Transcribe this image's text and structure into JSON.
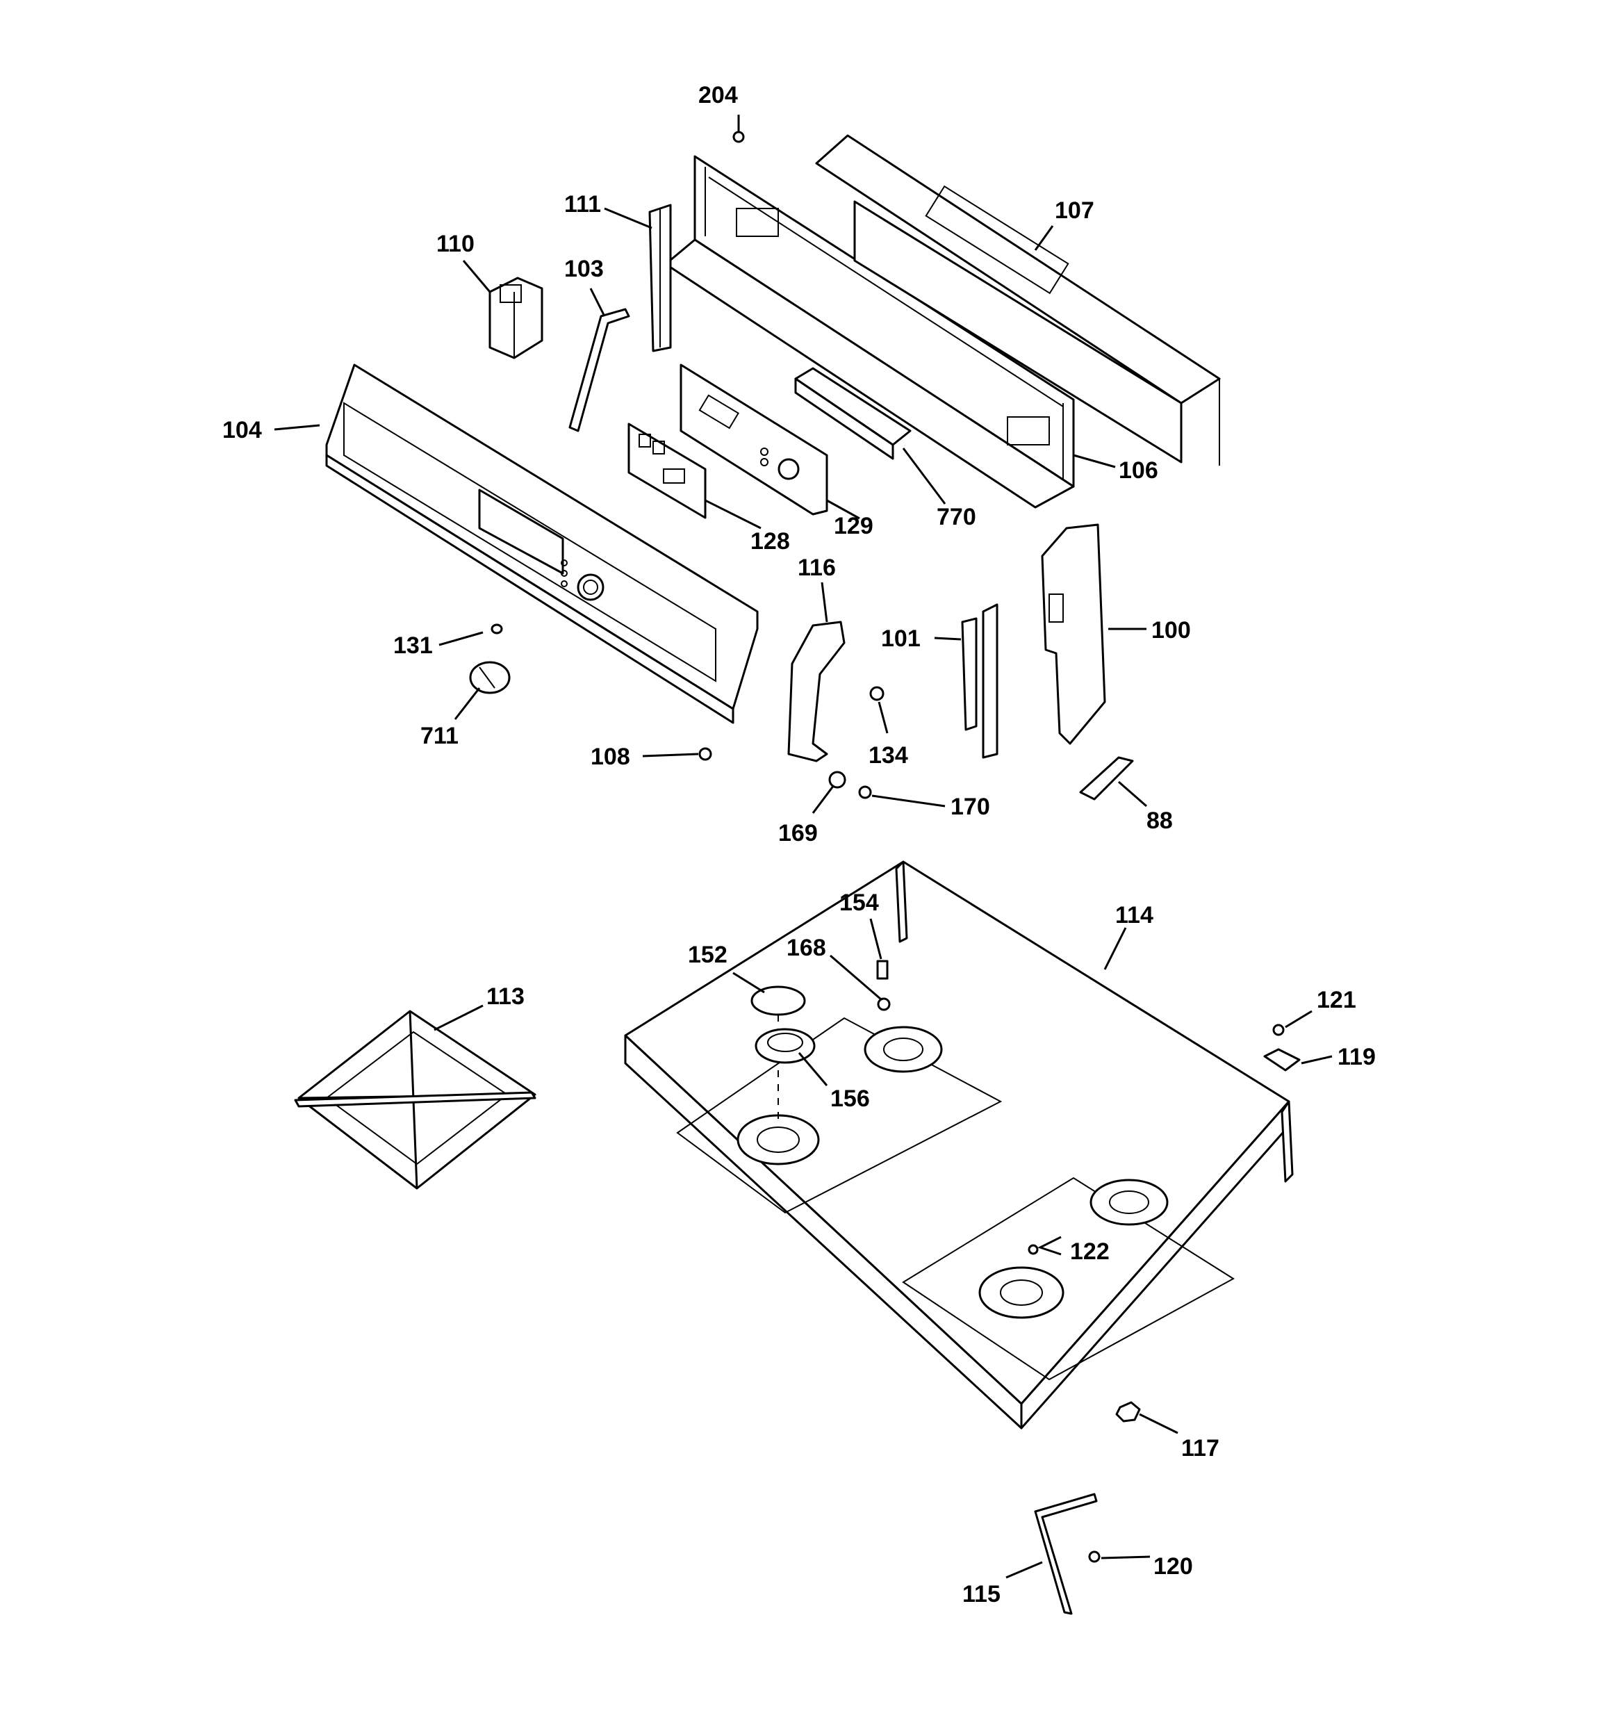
{
  "diagram": {
    "labels": {
      "p204": "204",
      "p111": "111",
      "p107": "107",
      "p110": "110",
      "p103": "103",
      "p104": "104",
      "p106": "106",
      "p770": "770",
      "p129": "129",
      "p128": "128",
      "p116": "116",
      "p101": "101",
      "p100": "100",
      "p131": "131",
      "p711": "711",
      "p134": "134",
      "p108": "108",
      "p170": "170",
      "p169": "169",
      "p88": "88",
      "p154": "154",
      "p114": "114",
      "p168": "168",
      "p152": "152",
      "p113": "113",
      "p121": "121",
      "p119": "119",
      "p156": "156",
      "p122": "122",
      "p117": "117",
      "p120": "120",
      "p115": "115"
    }
  }
}
